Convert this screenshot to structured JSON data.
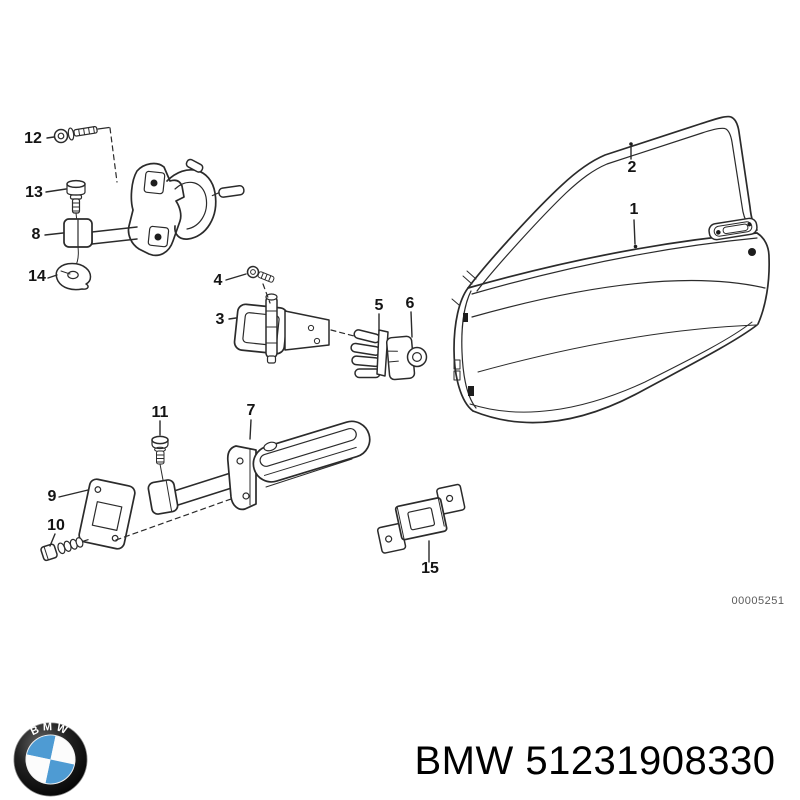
{
  "diagram": {
    "part_labels": [
      {
        "id": "1"
      },
      {
        "id": "2"
      },
      {
        "id": "3"
      },
      {
        "id": "4"
      },
      {
        "id": "5"
      },
      {
        "id": "6"
      },
      {
        "id": "7"
      },
      {
        "id": "8"
      },
      {
        "id": "9"
      },
      {
        "id": "10"
      },
      {
        "id": "11"
      },
      {
        "id": "12"
      },
      {
        "id": "13"
      },
      {
        "id": "14"
      },
      {
        "id": "15"
      }
    ],
    "drawing_number": "00005251",
    "line_color": "#2b2b2b"
  },
  "footer": {
    "logo_text": "BMW",
    "part_text": "BMW 51231908330",
    "logo_blue": "#4e9bd3"
  }
}
